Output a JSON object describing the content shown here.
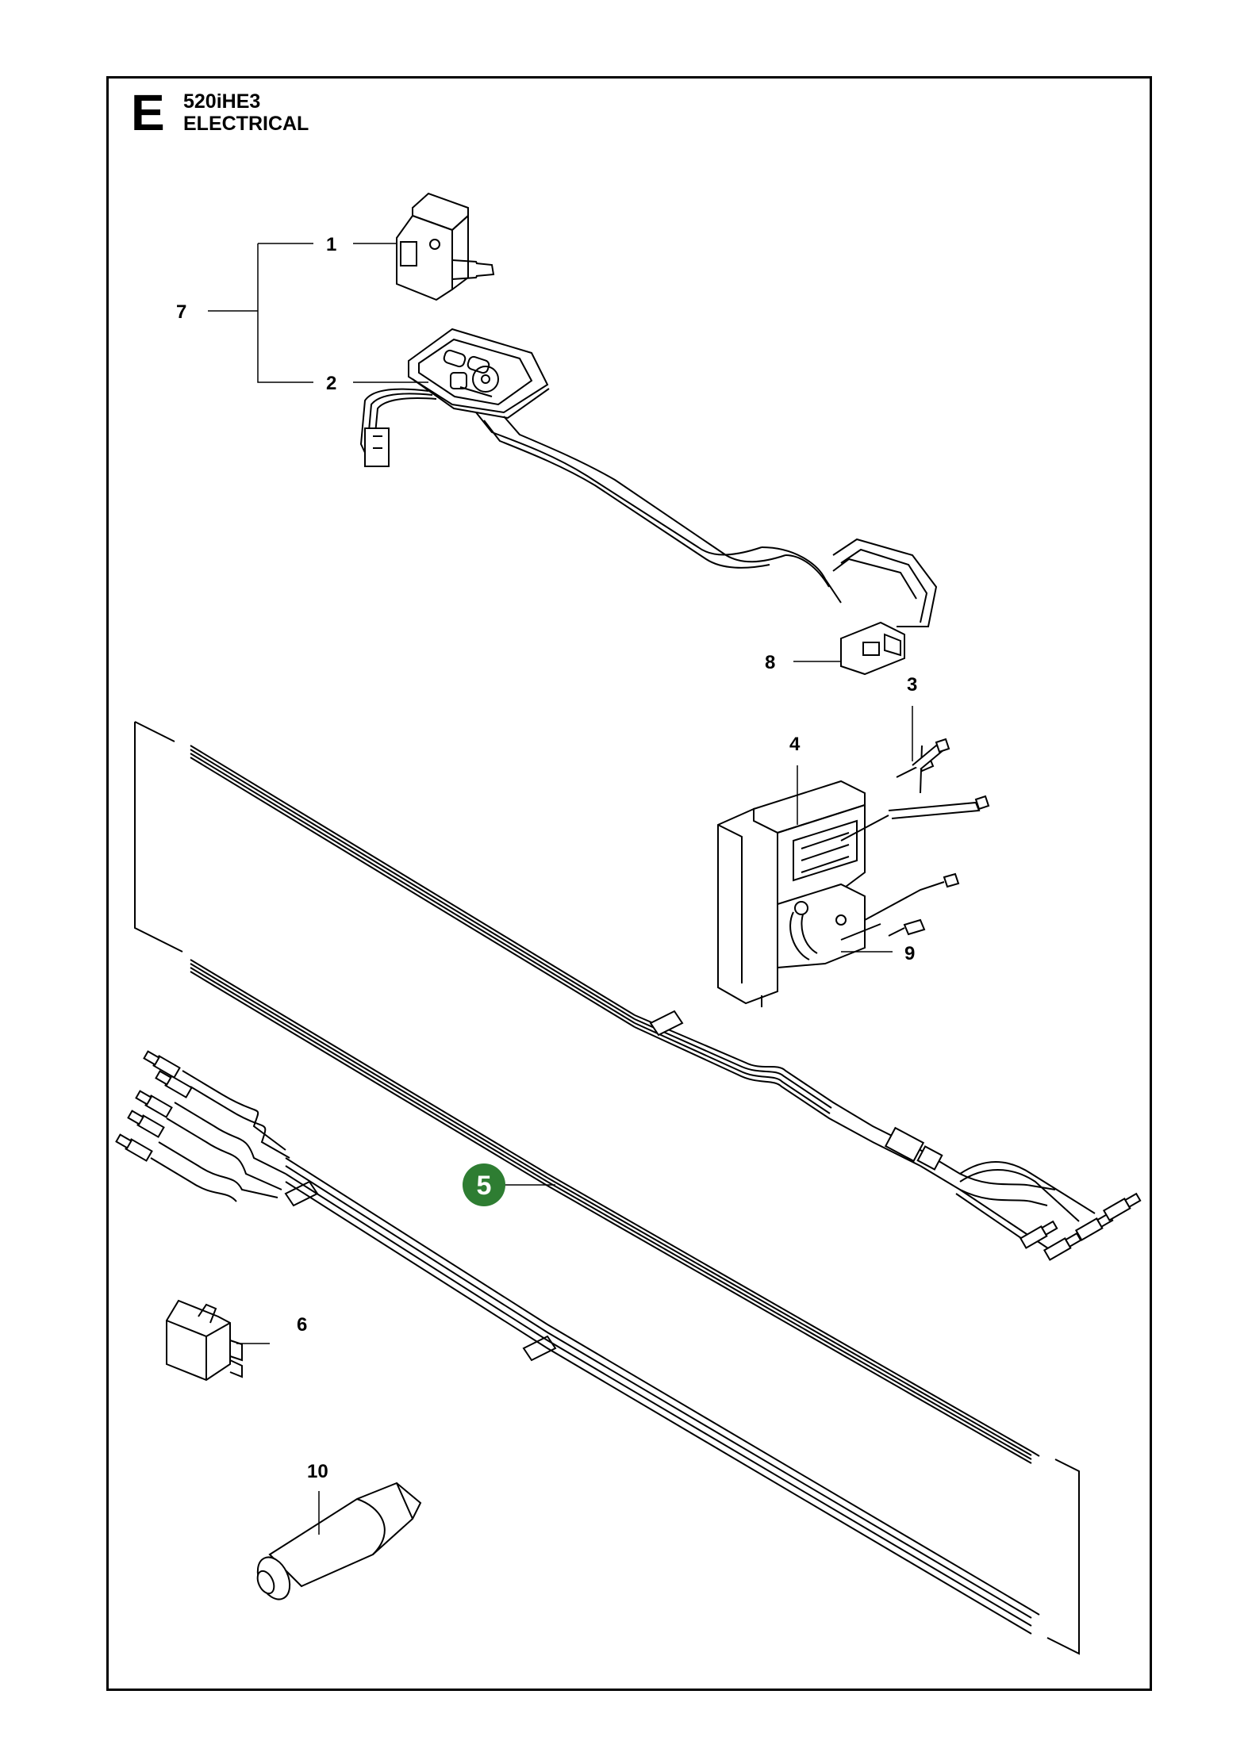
{
  "header": {
    "section_letter": "E",
    "model": "520iHE3",
    "section_name": "ELECTRICAL"
  },
  "callouts": {
    "c1": "1",
    "c2": "2",
    "c3": "3",
    "c4": "4",
    "c5": "5",
    "c6": "6",
    "c7": "7",
    "c8": "8",
    "c9": "9",
    "c10": "10"
  },
  "colors": {
    "highlight": "#2e7d32",
    "line": "#000000",
    "background": "#ffffff"
  }
}
